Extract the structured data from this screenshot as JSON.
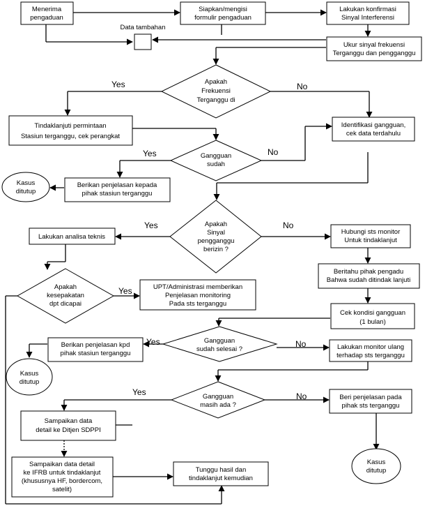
{
  "nodes": {
    "n1": [
      "Menerima",
      "pengaduan"
    ],
    "n2": [
      "Siapkan/mengisi",
      "formulir pengaduan"
    ],
    "n3": [
      "Lakukan konfirmasi",
      "Sinyal Interferensi"
    ],
    "extra": "Data tambahan",
    "n4": [
      "Ukur sinyal frekuensi",
      "Terganggu dan pengganggu"
    ],
    "d1": [
      "Apakah",
      "Frekuensi",
      "Terganggu di"
    ],
    "n5": [
      "Tindaklanjuti permintaan",
      "Stasiun terganggu, cek perangkat"
    ],
    "n6": [
      "Identifikasi gangguan,",
      "cek data terdahulu"
    ],
    "d2": [
      "Gangguan",
      "sudah"
    ],
    "n7": [
      "Berikan penjelasan kepada",
      "pihak stasiun terganggu"
    ],
    "c1": [
      "Kasus",
      "ditutup"
    ],
    "d3": [
      "Apakah",
      "Sinyal",
      "pengganggu",
      "berizin ?"
    ],
    "n8": [
      "Lakukan analisa teknis"
    ],
    "n9": [
      "Hubungi sts monitor",
      "Untuk tindaklanjut"
    ],
    "n10": [
      "Beritahu pihak pengadu",
      "Bahwa sudah ditindak lanjuti"
    ],
    "d4": [
      "Apakah",
      "kesepakatan",
      "dpt dicapai"
    ],
    "n11": [
      "UPT/Administrasi memberikan",
      "Penjelasan monitoring",
      "Pada sts terganggu"
    ],
    "n12": [
      "Cek kondisi gangguan",
      "(1 bulan)"
    ],
    "d5": [
      "Gangguan",
      "sudah selesai ?"
    ],
    "n13": [
      "Berikan penjelasan kpd",
      "pihak stasiun terganggu"
    ],
    "n14": [
      "Lakukan monitor ulang",
      "terhadap sts terganggu"
    ],
    "c2": [
      "Kasus",
      "ditutup"
    ],
    "d6": [
      "Gangguan",
      "masih ada ?"
    ],
    "n15": [
      "Sampaikan data",
      "detail ke Ditjen SDPPI"
    ],
    "n16": [
      "Beri penjelasan pada",
      "pihak sts terganggu"
    ],
    "n17": [
      "Sampaikan data detail",
      "ke IFRB untuk tindaklanjut",
      "(khususnya HF, bordercom,",
      "satelit)"
    ],
    "n18": [
      "Tunggu hasil dan",
      "tindaklanjut kemudian"
    ],
    "c3": [
      "Kasus",
      "ditutup"
    ]
  },
  "labels": {
    "yes": "Yes",
    "no": "No"
  }
}
